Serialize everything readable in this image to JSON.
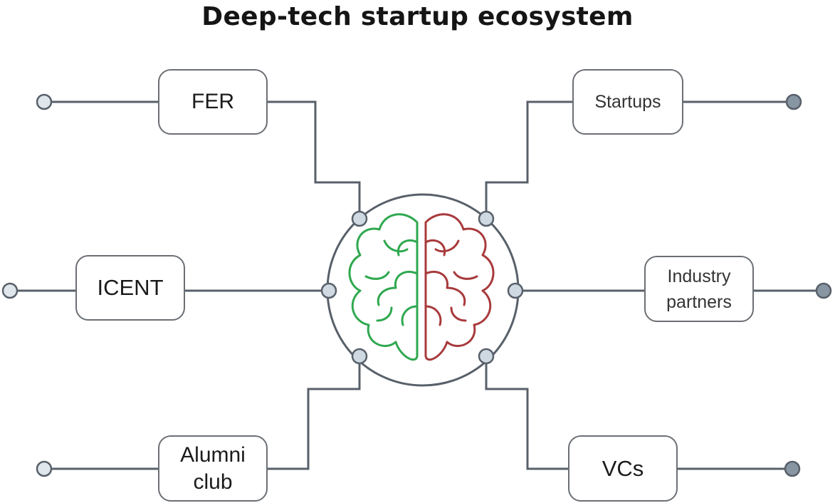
{
  "title": "Deep-tech startup ecosystem",
  "nodes": {
    "fer": "FER",
    "icent": "ICENT",
    "alumni_club": "Alumni\nclub",
    "startups": "Startups",
    "industry_partners": "Industry\npartners",
    "vcs": "VCs"
  },
  "center_icon": "brain-icon",
  "colors": {
    "line": "#58606a",
    "node_border": "#6b6f74",
    "left_terminal": "#dfe6ec",
    "right_terminal": "#8895a2",
    "connector_dot": "#cfd9e2",
    "brain_left": "#2fa84f",
    "brain_right": "#a83a3c"
  }
}
